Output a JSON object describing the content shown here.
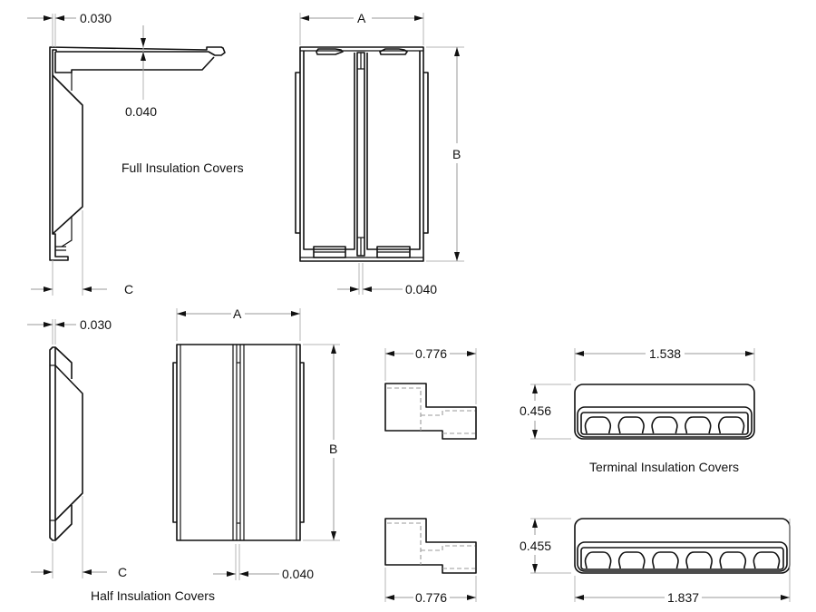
{
  "captions": {
    "full": "Full Insulation Covers",
    "half": "Half Insulation Covers",
    "terminal": "Terminal Insulation Covers"
  },
  "dimensions": {
    "full_side_thickness": "0.030",
    "full_side_lip": "0.040",
    "full_side_depth": "C",
    "full_front_width": "A",
    "full_front_height": "B",
    "full_front_gap": "0.040",
    "half_side_thickness": "0.030",
    "half_side_depth": "C",
    "half_front_width": "A",
    "half_front_height": "B",
    "half_front_gap": "0.040",
    "term5_side_width": "0.776",
    "term5_height": "0.456",
    "term5_length": "1.538",
    "term6_side_width": "0.776",
    "term6_height": "0.455",
    "term6_length": "1.837"
  },
  "terminal_covers": {
    "five_position_slots": 5,
    "six_position_slots": 6
  }
}
